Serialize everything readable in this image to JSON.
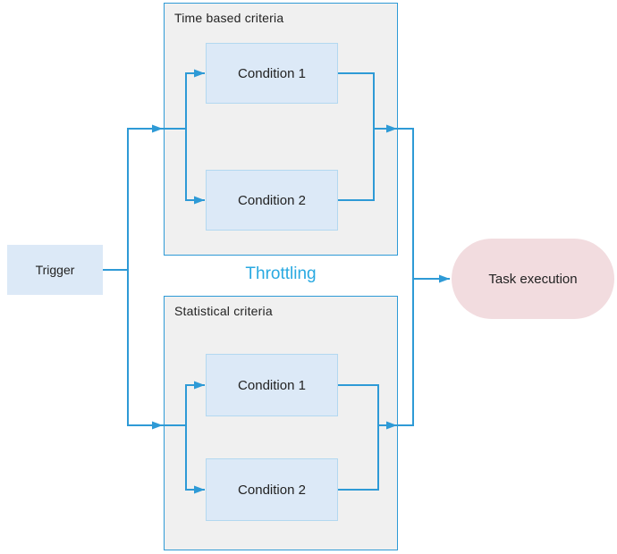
{
  "diagram": {
    "trigger": {
      "label": "Trigger"
    },
    "throttling_label": "Throttling",
    "groups": [
      {
        "title": "Time based criteria",
        "conditions": [
          {
            "label": "Condition 1"
          },
          {
            "label": "Condition 2"
          }
        ]
      },
      {
        "title": "Statistical criteria",
        "conditions": [
          {
            "label": "Condition 1"
          },
          {
            "label": "Condition 2"
          }
        ]
      }
    ],
    "task": {
      "label": "Task execution"
    }
  },
  "colors": {
    "connector": "#2e9ad6",
    "container-fill": "#f0f0f0",
    "container-border": "#2e9ad6",
    "node-fill": "#dce9f7",
    "node-border": "#b3d8f0",
    "task-fill": "#f2dcdf",
    "throttling-text": "#29a9e1",
    "text": "#222222"
  }
}
